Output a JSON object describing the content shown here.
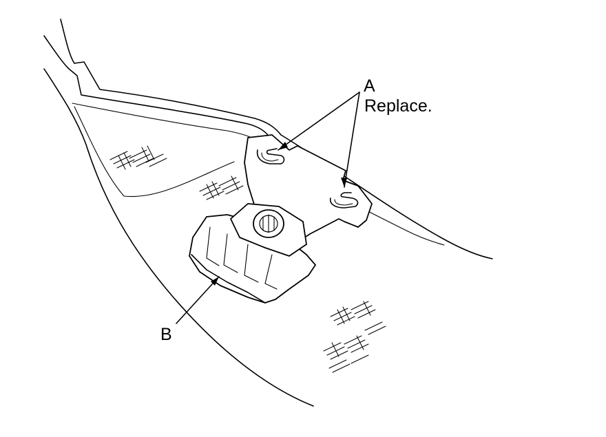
{
  "callouts": {
    "a_letter": "A",
    "a_note": "Replace.",
    "b_letter": "B"
  },
  "colors": {
    "line": "#000000",
    "background": "#ffffff"
  }
}
